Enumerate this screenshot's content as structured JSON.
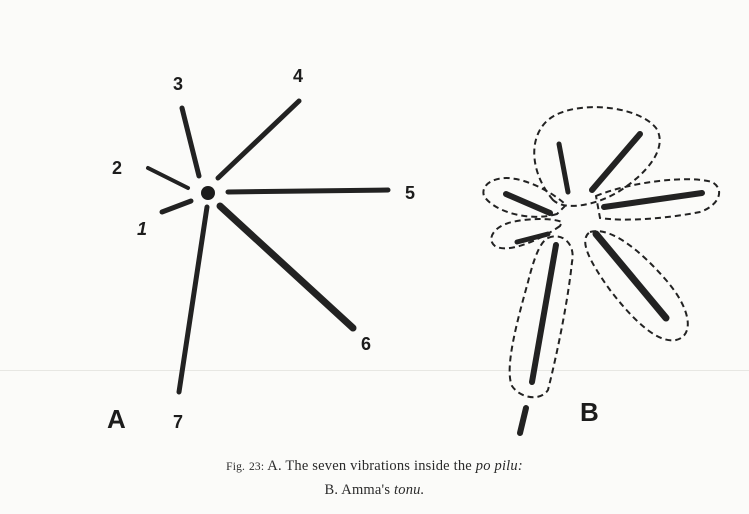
{
  "diagram_a": {
    "panel_label": "A",
    "ray_labels": [
      "1",
      "2",
      "3",
      "4",
      "5",
      "6",
      "7"
    ]
  },
  "diagram_b": {
    "panel_label": "B"
  },
  "caption": {
    "fig_prefix": "Fig.",
    "fig_number": "23:",
    "line1_text": "A. The seven vibrations inside the",
    "line1_italic": "po pilu:",
    "line2_text": "B. Amma's",
    "line2_italic": "tonu."
  }
}
